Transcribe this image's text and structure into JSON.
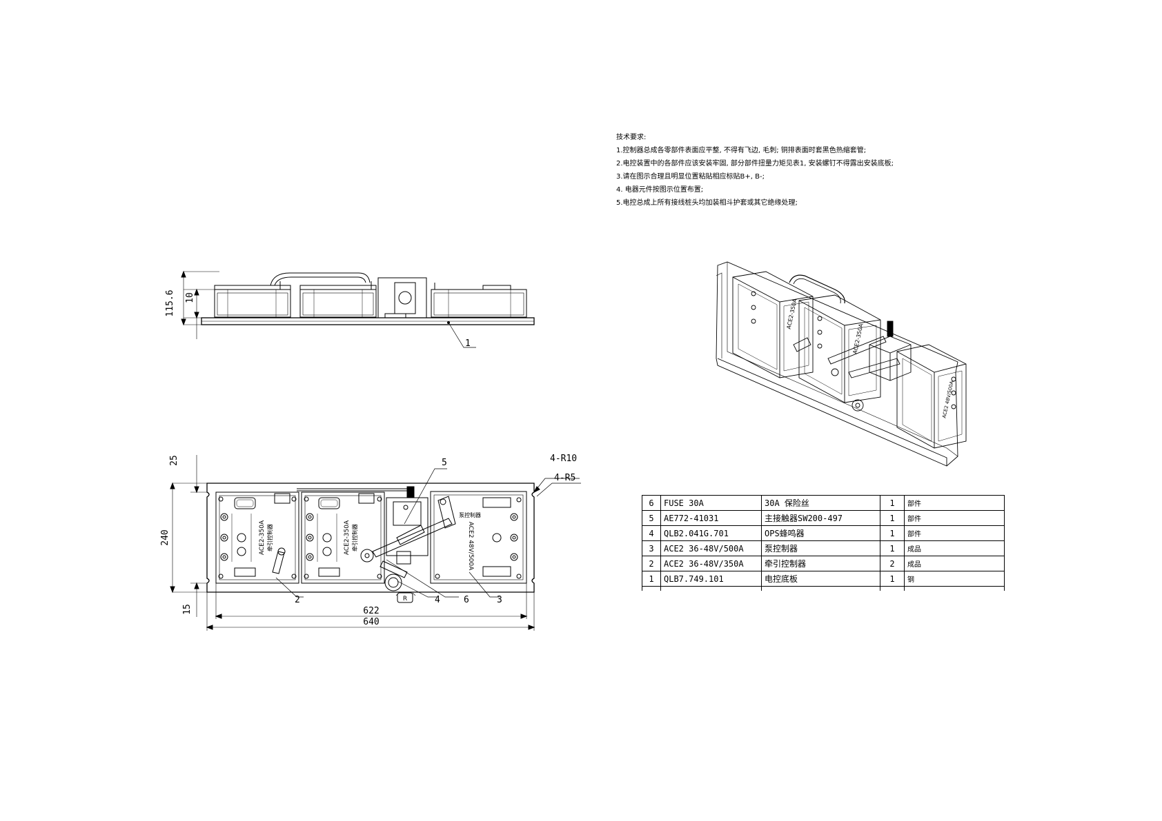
{
  "notes": {
    "title": "技术要求:",
    "items": [
      "1.控制器总成各零部件表面应平整, 不得有飞边, 毛刺; 铜排表面时套黑色热缩套管;",
      "2.电控装置中的各部件应该安装牢固, 部分部件扭量力矩见表1, 安装螺钉不得露出安装底板;",
      "3.请在图示合理且明显位置粘贴相应标贴B+, B-;",
      "4. 电器元件按图示位置布置;",
      "5.电控总成上所有接线桩头均加装相斗护套或其它绝缘处理;"
    ]
  },
  "bom": {
    "rows": [
      {
        "no": "6",
        "code": "FUSE 30A",
        "name": "30A 保险丝",
        "qty": "1",
        "note": "部件"
      },
      {
        "no": "5",
        "code": "AE772-41031",
        "name": "主接触器SW200-497",
        "qty": "1",
        "note": "部件"
      },
      {
        "no": "4",
        "code": "QLB2.041G.701",
        "name": "OPS蜂鸣器",
        "qty": "1",
        "note": "部件"
      },
      {
        "no": "3",
        "code": "ACE2 36-48V/500A",
        "name": "泵控制器",
        "qty": "1",
        "note": "成品"
      },
      {
        "no": "2",
        "code": "ACE2 36-48V/350A",
        "name": "牵引控制器",
        "qty": "2",
        "note": "成品"
      },
      {
        "no": "1",
        "code": "QLB7.749.101",
        "name": "电控底板",
        "qty": "1",
        "note": "钢"
      }
    ]
  },
  "side_view": {
    "dim_total": "115.6",
    "dim_plate": "10",
    "callout": "1"
  },
  "plan_view": {
    "dim_top": "25",
    "dim_height": "240",
    "dim_bottom": "15",
    "dim_inner_width": "622",
    "dim_total_width": "640",
    "radius_outer": "4-R10",
    "radius_inner": "4-R5",
    "callouts": [
      "2",
      "3",
      "4",
      "5",
      "6"
    ],
    "controller_label": "ACE2-350A",
    "controller_sub": "牵引控制器",
    "pump_label": "ACE2 48V/500A",
    "pump_sub": "泵控制器",
    "buzzer_label": "R"
  },
  "iso_view": {
    "controller_label": "ACE2-350A",
    "pump_label": "ACE2 48V/500A"
  }
}
